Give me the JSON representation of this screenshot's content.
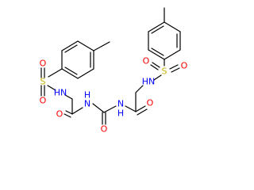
{
  "atoms": {
    "left_S": "S",
    "left_O_top": "O",
    "left_O_bottom": "O",
    "left_NH": "HN",
    "left_amide_O": "O",
    "center_NH_left": "N",
    "center_NH_left_H": "H",
    "center_urea_O": "O",
    "center_NH_right": "N",
    "center_NH_right_H": "H",
    "right_amide_O": "O",
    "right_NH": "HN",
    "right_S": "S",
    "right_O_left": "O",
    "right_O_right": "O"
  },
  "colors": {
    "bond": "#000000",
    "sulfur": "#c8b400",
    "oxygen": "#ff0000",
    "nitrogen": "#0000ff"
  }
}
